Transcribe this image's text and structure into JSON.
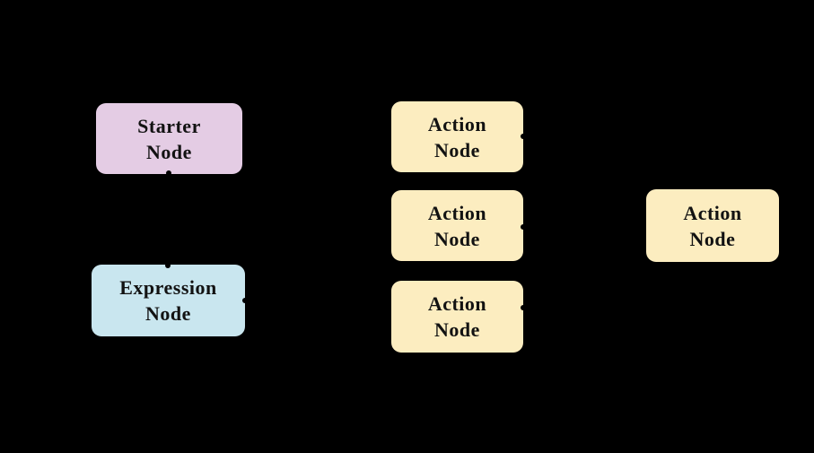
{
  "diagram": {
    "background_color": "#000000",
    "text_color": "#121212",
    "connector_dot_color": "#000000",
    "nodes": [
      {
        "id": "starter-node",
        "line1": "Starter",
        "line2": "Node",
        "fill": "#E4CCE4"
      },
      {
        "id": "expression-node",
        "line1": "Expression",
        "line2": "Node",
        "fill": "#C9E6EF"
      },
      {
        "id": "action-node-1",
        "line1": "Action",
        "line2": "Node",
        "fill": "#FCEDC0"
      },
      {
        "id": "action-node-2",
        "line1": "Action",
        "line2": "Node",
        "fill": "#FCEDC0"
      },
      {
        "id": "action-node-3",
        "line1": "Action",
        "line2": "Node",
        "fill": "#FCEDC0"
      },
      {
        "id": "action-node-right",
        "line1": "Action",
        "line2": "Node",
        "fill": "#FCEDC0"
      }
    ]
  }
}
